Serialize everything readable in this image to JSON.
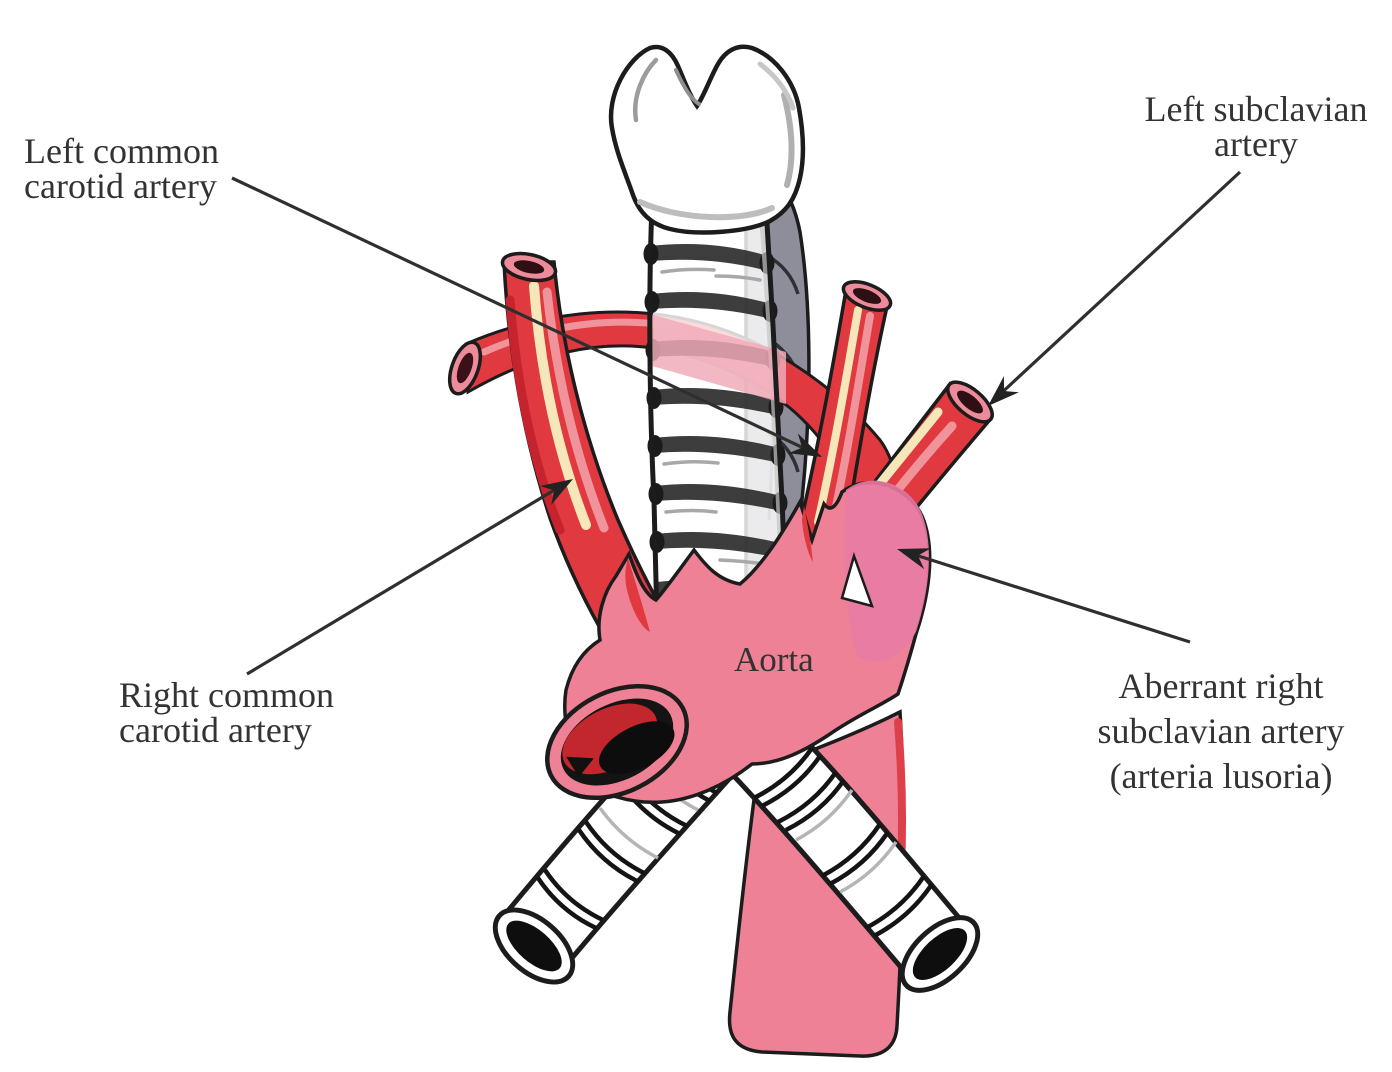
{
  "labels": {
    "left_common_carotid": [
      "Left common",
      "carotid artery"
    ],
    "left_subclavian": [
      "Left subclavian",
      "artery"
    ],
    "right_common_carotid": [
      "Right common",
      "carotid artery"
    ],
    "aberrant_right_subclavian": [
      "Aberrant right",
      "subclavian artery",
      "(arteria lusoria)"
    ],
    "aorta": "Aorta"
  },
  "structures": [
    "thyroid-cartilage",
    "trachea",
    "esophagus",
    "aortic-arch",
    "ascending-aorta-opening",
    "descending-aorta",
    "right-common-carotid-artery",
    "left-common-carotid-artery",
    "left-subclavian-artery",
    "aberrant-right-subclavian-artery",
    "right-main-bronchus",
    "left-main-bronchus"
  ],
  "colors": {
    "background": "#ffffff",
    "artery-red": "#e0393f",
    "artery-red-dark": "#c5242f",
    "artery-highlight": "#f6e7bb",
    "artery-pink-highlight": "#f0939b",
    "aorta-pink": "#ee8195",
    "diverticulum-pink": "#e87ba4",
    "behind-trachea-pink": "#f0aab8",
    "esophagus-gray": "#8e8e9a",
    "lumen-dark-red": "#c1272d",
    "cut-rim-pink": "#ee8b9b",
    "outline": "#1c1c1c",
    "label-text": "#333333",
    "leader-line": "#2f2f2f"
  }
}
